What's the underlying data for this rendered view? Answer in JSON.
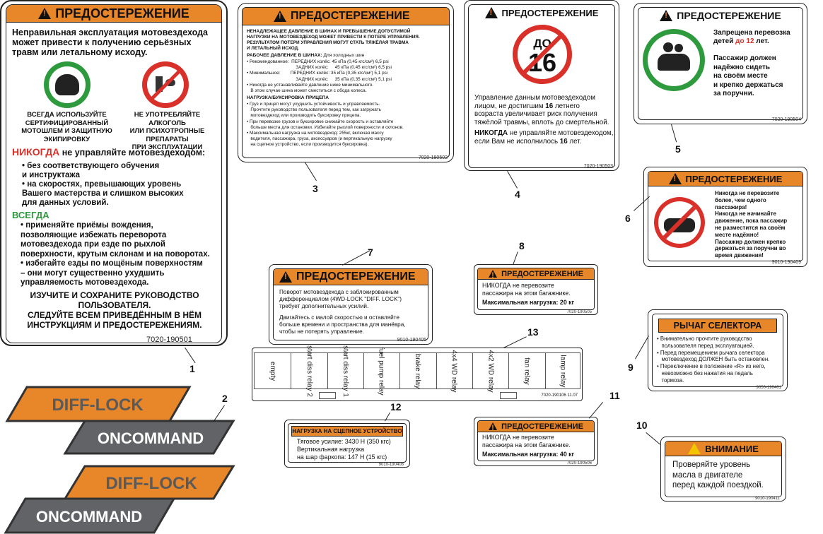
{
  "labels": {
    "l1": {
      "header": "ПРЕДОСТЕРЕЖЕНИЕ",
      "intro": "Неправильная эксплуатация мотовездехода\nможет привести к получению серьёзных\nтравм или летальному исходу.",
      "icon1_caption": "ВСЕГДА ИСПОЛЬЗУЙТЕ\nСЕРТИФИЦИРОВАННЫЙ\nМОТОШЛЕМ И ЗАЩИТНУЮ\nЭКИПИРОВКУ",
      "icon2_caption": "НЕ УПОТРЕБЛЯЙТЕ АЛКОГОЛЬ\nИЛИ ПСИХОТРОПНЫЕ\nПРЕПАРАТЫ\nПРИ ЭКСПЛУАТАЦИИ",
      "never_word": "НИКОГДА",
      "never_rest": " не управляйте мотовездеходом:",
      "never_items": "• без соответствующего обучения\n   и инструктажа\n• на скоростях, превышающих уровень\n   Вашего мастерства и  слишком высоких\n   для данных условий.",
      "always_word": "ВСЕГДА",
      "always_items": "• применяйте приёмы вождения,\nпозволяющие избежать переворота\nмотовездехода при езде по рыхлой\nповерхности, крутым склонам и на поворотах.\n• избегайте езды по мощёным поверхностям\n– они могут существенно ухудшить\nуправляемость мотовездехода.",
      "footer": "ИЗУЧИТЕ И СОХРАНИТЕ РУКОВОДСТВО\nПОЛЬЗОВАТЕЛЯ.\nСЛЕДУЙТЕ ВСЕМ ПРИВЕДЁННЫМ В НЁМ\nИНСТРУКЦИЯМ И ПРЕДОСТЕРЕЖЕНИЯМ.",
      "code": "7020-190501"
    },
    "l2": {
      "diff_lock": "DIFF-LOCK",
      "oncommand": "ONCOMMAND"
    },
    "l3": {
      "header": "ПРЕДОСТЕРЕЖЕНИЕ",
      "lead": "НЕНАДЛЕЖАЩЕЕ ДАВЛЕНИЕ В ШИНАХ И ПРЕВЫШЕНИЕ ДОПУСТИМОЙ\nНАГРУЗКИ НА МОТОВЕЗДЕХОД МОЖЕТ ПРИВЕСТИ К ПОТЕРЕ УПРАВЛЕНИЯ.\nРЕЗУЛЬТАТОМ ПОТЕРИ УПРАВЛЕНИЯ МОГУТ СТАТЬ ТЯЖЁЛАЯ ТРАВМА\nИ ЛЕТАЛЬНЫЙ ИСХОД.",
      "pressure_title": "РАБОЧЕЕ ДАВЛЕНИЕ В ШИНАХ:",
      "pressure_note": " Для холодных шин",
      "pressure_lines": "• Рекомендованное:  ПЕРЕДНИХ колёс: 45 кПа (0,45 кгс/см²) 6,5 psi\n                                       ЗАДНИХ колёс:     45 кПа (0,45 кгс/см²) 6,5 psi\n• Минимальное:        ПЕРЕДНИХ колёс: 35 кПа (0,35 кгс/см²) 5,1 psi\n                                       ЗАДНИХ колёс:     35 кПа (0,35 кгс/см²) 5,1 psi\n• Никогда не устанавливайте давление ниже минимального.\n   В этом случае шина может сместиться с обода колеса.",
      "load_title": "НАГРУЗКА/БУКСИРОВКА ПРИЦЕПА",
      "load_lines": "• Груз и прицеп могут ухудшить устойчивость и управляемость.\n   Прочтите руководство пользователя перед тем, как загружать\n   мотовездеход или производить буксировку прицепа.\n• При перевозке грузов и буксировке снижайте скорость и оставляйте\n   больше места для остановки. Избегайте рыхлой поверхности и склонов.\n• Максимальная нагрузка на мотовездеход: 255кг, включая массу\n   водителя, пассажира, груза, аксессуаров (и вертикальную нагрузку\n   на сцепное устройство, если производится буксировка).",
      "code": "7020-190502"
    },
    "l4": {
      "header": "ПРЕДОСТЕРЕЖЕНИЕ",
      "sign_top": "ДО",
      "sign_num": "16",
      "text1a": "Управление данным мотовездеходом\nлицом, не достигшим ",
      "text1b": "16",
      "text1c": " летнего\nвозраста увеличивает риск получения\nтяжёлой травмы, вплоть до смертельной.",
      "text2a": "НИКОГДА",
      "text2b": " не управляйте мотовездеходом,\nесли Вам не исполнилось ",
      "text2c": "16",
      "text2d": " лет.",
      "code": "7020-190503"
    },
    "l5": {
      "header": "ПРЕДОСТЕРЕЖЕНИЕ",
      "t1": "Запрещена перевозка\nдетей ",
      "t1red": "до 12",
      "t1end": " лет.",
      "t2": "Пассажир должен\nнадёжно сидеть\nна своём месте\nи крепко держаться\nза поручни.",
      "code": "7020-190504"
    },
    "l6": {
      "header": "ПРЕДОСТЕРЕЖЕНИЕ",
      "text": "Никогда не перевозите\nболее, чем одного\nпассажира!\nНикогда не начинайте\nдвижение, пока пассажир\nне разместится на своём\nместе надёжно!\nПассажир должен крепко\nдержаться за поручни во\nвремя движения!",
      "code": "9010-190409"
    },
    "l7": {
      "header": "ПРЕДОСТЕРЕЖЕНИЕ",
      "p1": "Поворот мотовездехода с заблокированным\nдифференциалом (4WD-LOCK \"DIFF. LOCK\")\nтребует дополнительных усилий.",
      "p2": "Двигайтесь с малой скоростью и оставляйте\nбольше времени и пространства для манёвра,\nчтобы не потерять управление.",
      "code": "9010-190405"
    },
    "l8": {
      "header": "ПРЕДОСТЕРЕЖЕНИЕ",
      "line1": "НИКОГДА не перевозите\nпассажира на этом багажнике.",
      "line2": "Максимальная нагрузка: 20 кг",
      "code": "7020-190505"
    },
    "l9": {
      "header": "РЫЧАГ СЕЛЕКТОРА",
      "text": "• Внимательно прочтите руководство\n   пользователя перед эксплуатацией.\n• Перед перемещением рычага селектора\n   мотовездеход ДОЛЖЕН быть остановлен.\n• Переключение в положение «R» из него,\n   невозможно без нажатия на педаль\n   тормоза.",
      "code": "9050-190401"
    },
    "l10": {
      "header": "ВНИМАНИЕ",
      "text": "Проверяйте уровень\nмасла в двигателе\nперед каждой поездкой.",
      "code": "9010-190411"
    },
    "l11": {
      "header": "ПРЕДОСТЕРЕЖЕНИЕ",
      "line1": "НИКОГДА не перевозите\nпассажира на этом багажнике.",
      "line2": "Максимальная нагрузка: 40 кг",
      "code": "7020-190506"
    },
    "l12": {
      "header": "НАГРУЗКА НА СЦЕПНОЕ УСТРОЙСТВО",
      "text": "Тяговое усилие: 3430 Н (350 кгс)\nВертикальная нагрузка\nна шар фаркопа: 147 Н (15 кгс)",
      "code": "9010-190408"
    },
    "l13": {
      "relays": [
        "empty",
        "start diss relay 2",
        "start diss relay 1",
        "fuel pump relay",
        "brake relay",
        "4x4 WD relay",
        "4x2 WD relay",
        "fan relay",
        "lamp relay"
      ],
      "code": "7020-190106   11.07"
    }
  },
  "callouts": [
    "1",
    "2",
    "3",
    "4",
    "5",
    "6",
    "7",
    "8",
    "9",
    "10",
    "11",
    "12",
    "13"
  ],
  "colors": {
    "orange": "#e8862a",
    "red": "#d9302a",
    "green": "#2e9a3e",
    "gray": "#616367",
    "yellow": "#f3c400"
  }
}
